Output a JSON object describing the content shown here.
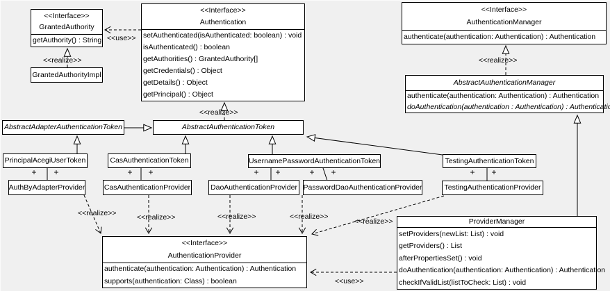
{
  "colors": {
    "background": "#f0f0f0",
    "box_fill": "#ffffff",
    "line": "#000000"
  },
  "classes": {
    "granted_authority": {
      "stereotype": "<<Interface>>",
      "name": "GrantedAuthority",
      "methods": [
        "getAuthority() : String"
      ]
    },
    "granted_authority_impl": {
      "name": "GrantedAuthorityImpl"
    },
    "authentication": {
      "stereotype": "<<Interface>>",
      "name": "Authentication",
      "methods": [
        "setAuthenticated(isAuthenticated: boolean) : void",
        "isAuthenticated() : boolean",
        "getAuthorities() : GrantedAuthority[]",
        "getCredentials() : Object",
        "getDetails() : Object",
        "getPrincipal() : Object"
      ]
    },
    "authentication_manager": {
      "stereotype": "<<Interface>>",
      "name": "AuthenticationManager",
      "methods": [
        "authenticate(authentication: Authentication) : Authentication"
      ]
    },
    "abstract_authentication_manager": {
      "name": "AbstractAuthenticationManager",
      "abstract": true,
      "methods": [
        "authenticate(authentication: Authentication) : Authentication",
        "doAuthentication(authentication : Authentication) : Authentication"
      ]
    },
    "abstract_adapter_authentication_token": {
      "name": "AbstractAdapterAuthenticationToken",
      "abstract": true
    },
    "abstract_authentication_token": {
      "name": "AbstractAuthenticationToken",
      "abstract": true
    },
    "principal_acegi_user_token": {
      "name": "PrincipalAcegiUserToken"
    },
    "cas_authentication_token": {
      "name": "CasAuthenticationToken"
    },
    "username_password_authentication_token": {
      "name": "UsernamePasswordAuthenticationToken"
    },
    "testing_authentication_token": {
      "name": "TestingAuthenticationToken"
    },
    "auth_by_adapter_provider": {
      "name": "AuthByAdapterProvider"
    },
    "cas_authentication_provider": {
      "name": "CasAuthenticationProvider"
    },
    "dao_authentication_provider": {
      "name": "DaoAuthenticationProvider"
    },
    "password_dao_authentication_provider": {
      "name": "PasswordDaoAuthenticationProvider"
    },
    "testing_authentication_provider": {
      "name": "TestingAuthenticationProvider"
    },
    "authentication_provider": {
      "stereotype": "<<Interface>>",
      "name": "AuthenticationProvider",
      "methods": [
        "authenticate(authentication: Authentication) : Authentication",
        "supports(authentication: Class) : boolean"
      ]
    },
    "provider_manager": {
      "name": "ProviderManager",
      "methods": [
        "setProviders(newList: List) : void",
        "getProviders() : List",
        "afterPropertiesSet() : void",
        "doAuthentication(authentication: Authentication) : Authentication",
        "checkIfValidList(listToCheck: List) : void"
      ]
    }
  },
  "edges": [
    {
      "id": "use-authentication-grantedauthority",
      "type": "use",
      "from": "Authentication",
      "to": "GrantedAuthority",
      "label": "<<use>>"
    },
    {
      "id": "realize-grantedauthorityimpl",
      "type": "realize",
      "from": "GrantedAuthorityImpl",
      "to": "GrantedAuthority",
      "label": "<<realize>>"
    },
    {
      "id": "realize-abstractauthenticationtoken",
      "type": "realize",
      "from": "AbstractAuthenticationToken",
      "to": "Authentication",
      "label": "<<realize>>"
    },
    {
      "id": "realize-abstractauthenticationmanager",
      "type": "realize",
      "from": "AbstractAuthenticationManager",
      "to": "AuthenticationManager",
      "label": "<<realize>>"
    },
    {
      "id": "gen-adapter-token",
      "type": "generalization",
      "from": "AbstractAdapterAuthenticationToken",
      "to": "AbstractAuthenticationToken"
    },
    {
      "id": "gen-principal-token",
      "type": "generalization",
      "from": "PrincipalAcegiUserToken",
      "to": "AbstractAdapterAuthenticationToken"
    },
    {
      "id": "gen-cas-token",
      "type": "generalization",
      "from": "CasAuthenticationToken",
      "to": "AbstractAuthenticationToken"
    },
    {
      "id": "gen-usernamepassword-token",
      "type": "generalization",
      "from": "UsernamePasswordAuthenticationToken",
      "to": "AbstractAuthenticationToken"
    },
    {
      "id": "gen-testing-token",
      "type": "generalization",
      "from": "TestingAuthenticationToken",
      "to": "AbstractAuthenticationToken"
    },
    {
      "id": "gen-providermanager",
      "type": "generalization",
      "from": "ProviderManager",
      "to": "AbstractAuthenticationManager"
    },
    {
      "id": "assoc-principal-authbyadapter",
      "type": "association",
      "from": "PrincipalAcegiUserToken",
      "to": "AuthByAdapterProvider",
      "end_labels": [
        "+",
        "+"
      ]
    },
    {
      "id": "assoc-cas",
      "type": "association",
      "from": "CasAuthenticationToken",
      "to": "CasAuthenticationProvider",
      "end_labels": [
        "+",
        "+"
      ]
    },
    {
      "id": "assoc-up-dao",
      "type": "association",
      "from": "UsernamePasswordAuthenticationToken",
      "to": "DaoAuthenticationProvider",
      "end_labels": [
        "+",
        "+"
      ]
    },
    {
      "id": "assoc-up-passworddao",
      "type": "association",
      "from": "UsernamePasswordAuthenticationToken",
      "to": "PasswordDaoAuthenticationProvider",
      "end_labels": [
        "+",
        "+"
      ]
    },
    {
      "id": "assoc-testing",
      "type": "association",
      "from": "TestingAuthenticationToken",
      "to": "TestingAuthenticationProvider",
      "end_labels": [
        "+",
        "+"
      ]
    },
    {
      "id": "realize-authbyadapterprovider",
      "type": "realize",
      "from": "AuthByAdapterProvider",
      "to": "AuthenticationProvider",
      "label": "<<realize>>"
    },
    {
      "id": "realize-casprovider",
      "type": "realize",
      "from": "CasAuthenticationProvider",
      "to": "AuthenticationProvider",
      "label": "<<realize>>"
    },
    {
      "id": "realize-daoprovider",
      "type": "realize",
      "from": "DaoAuthenticationProvider",
      "to": "AuthenticationProvider",
      "label": "<<realize>>"
    },
    {
      "id": "realize-passworddaoprovider",
      "type": "realize",
      "from": "PasswordDaoAuthenticationProvider",
      "to": "AuthenticationProvider",
      "label": "<<realize>>"
    },
    {
      "id": "realize-testingprovider",
      "type": "realize",
      "from": "TestingAuthenticationProvider",
      "to": "AuthenticationProvider",
      "label": "<<realize>>"
    },
    {
      "id": "use-providermanager",
      "type": "use",
      "from": "ProviderManager",
      "to": "AuthenticationProvider",
      "label": "<<use>>"
    }
  ]
}
